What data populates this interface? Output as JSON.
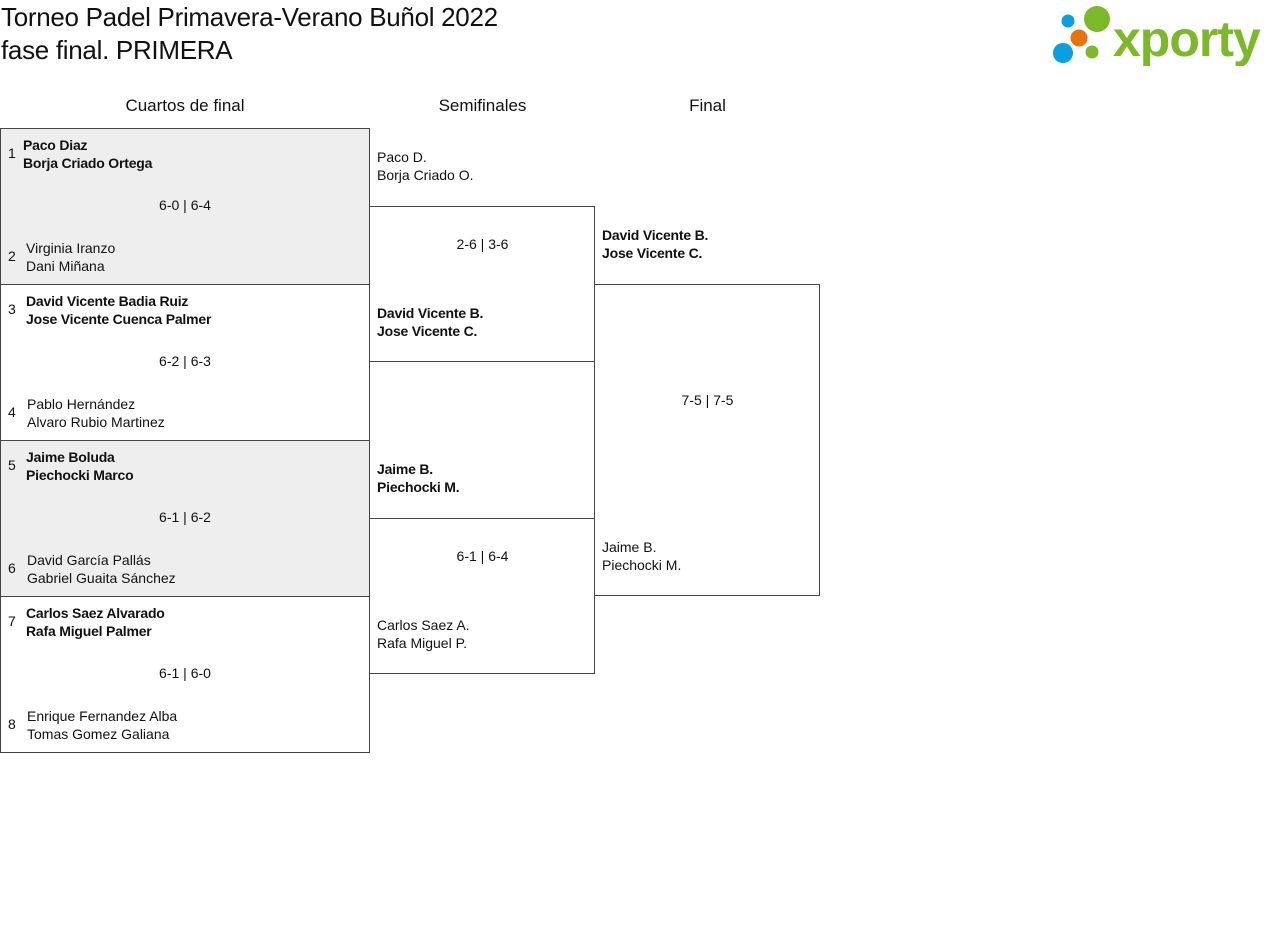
{
  "title": {
    "line1": "Torneo Padel Primavera-Verano Buñol 2022",
    "line2": "fase final. PRIMERA"
  },
  "logo": {
    "text": "xporty",
    "colors": {
      "green": "#7cb82a",
      "blue": "#0a9fe0",
      "orange": "#e8720c"
    }
  },
  "rounds": [
    "Cuartos de final",
    "Semifinales",
    "Final"
  ],
  "quarters": [
    {
      "gray": true,
      "top": {
        "seed": "1",
        "p1": "Paco Diaz",
        "p2": "Borja Criado Ortega",
        "winner": true
      },
      "bottom": {
        "seed": "2",
        "p1": "Virginia Iranzo",
        "p2": "Dani Miñana",
        "winner": false
      },
      "score": "6-0 | 6-4"
    },
    {
      "gray": false,
      "top": {
        "seed": "3",
        "p1": "David Vicente Badia Ruiz",
        "p2": "Jose Vicente Cuenca Palmer",
        "winner": true
      },
      "bottom": {
        "seed": "4",
        "p1": "Pablo Hernández",
        "p2": "Alvaro Rubio Martinez",
        "winner": false
      },
      "score": "6-2 | 6-3"
    },
    {
      "gray": true,
      "top": {
        "seed": "5",
        "p1": "Jaime Boluda",
        "p2": "Piechocki Marco",
        "winner": true
      },
      "bottom": {
        "seed": "6",
        "p1": "David García Pallás",
        "p2": "Gabriel Guaita Sánchez",
        "winner": false
      },
      "score": "6-1 | 6-2"
    },
    {
      "gray": false,
      "top": {
        "seed": "7",
        "p1": "Carlos Saez Alvarado",
        "p2": "Rafa Miguel Palmer",
        "winner": true
      },
      "bottom": {
        "seed": "8",
        "p1": "Enrique Fernandez Alba",
        "p2": "Tomas Gomez Galiana",
        "winner": false
      },
      "score": "6-1 | 6-0"
    }
  ],
  "semis": [
    {
      "top": {
        "p1": "Paco D.",
        "p2": "Borja Criado O.",
        "winner": false
      },
      "bottom": {
        "p1": "David Vicente B.",
        "p2": "Jose Vicente C.",
        "winner": true
      },
      "score": "2-6 | 3-6"
    },
    {
      "top": {
        "p1": "Jaime B.",
        "p2": "Piechocki M.",
        "winner": true
      },
      "bottom": {
        "p1": "Carlos Saez A.",
        "p2": "Rafa Miguel P.",
        "winner": false
      },
      "score": "6-1 | 6-4"
    }
  ],
  "final": {
    "top": {
      "p1": "David Vicente B.",
      "p2": "Jose Vicente C.",
      "winner": true
    },
    "bottom": {
      "p1": "Jaime B.",
      "p2": "Piechocki M.",
      "winner": false
    },
    "score": "7-5 | 7-5"
  }
}
